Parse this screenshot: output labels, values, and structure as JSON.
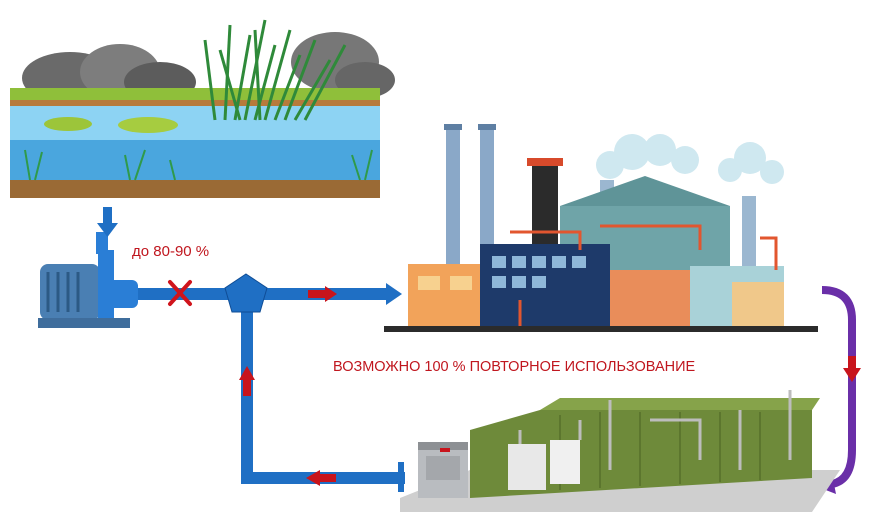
{
  "labels": {
    "intake_percent": "до 80-90 %",
    "reuse_caption": "ВОЗМОЖНО 100 % ПОВТОРНОЕ ИСПОЛЬЗОВАНИЕ"
  },
  "colors": {
    "pipe": "#1f6fc4",
    "flow_arrow": "#c8141c",
    "return_arrow": "#6a2fa8",
    "label_text": "#c0161e",
    "water": "#5ab4e6",
    "container": "#6e8a3a"
  },
  "icons": [
    "pond-illustration",
    "pump-icon",
    "factory-illustration",
    "treatment-container-illustration",
    "cross-icon",
    "pentagon-valve-icon"
  ]
}
